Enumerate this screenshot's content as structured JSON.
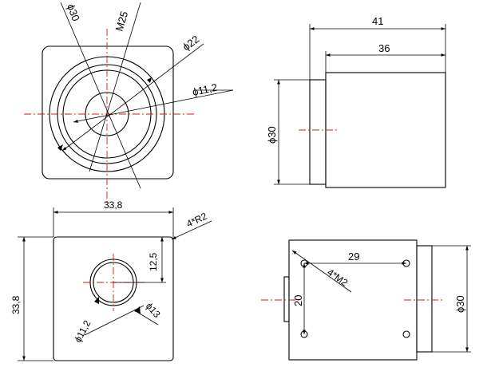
{
  "front_view": {
    "dim_phi30": "ϕ30",
    "dim_m25": "M25",
    "dim_phi22": "ϕ22",
    "dim_phi11_2": "ϕ11,2"
  },
  "side_view": {
    "dim_41": "41",
    "dim_36": "36",
    "dim_phi30": "ϕ30"
  },
  "bottom_left_view": {
    "dim_33_8_width": "33,8",
    "dim_33_8_height": "33,8",
    "dim_4r2": "4*R2",
    "dim_12_5": "12,5",
    "dim_phi11_2": "ϕ11,2",
    "dim_phi13": "ϕ13"
  },
  "bottom_right_view": {
    "dim_29": "29",
    "dim_20": "20",
    "dim_4m2": "4*M2",
    "dim_phi30": "ϕ30"
  },
  "colors": {
    "outline": "#000000",
    "centerline": "#d41a1a"
  }
}
